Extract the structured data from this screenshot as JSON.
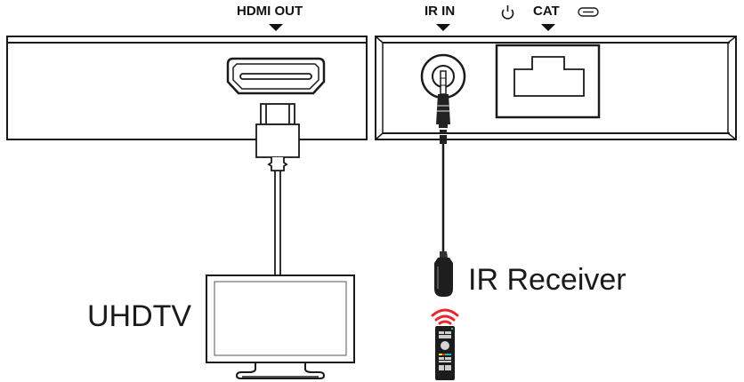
{
  "labels": {
    "hdmi_out": "HDMI OUT",
    "ir_in": "IR IN",
    "cat": "CAT",
    "uhdtv": "UHDTV",
    "ir_receiver": "IR Receiver"
  },
  "icons": {
    "power": "power-icon",
    "link": "link-icon",
    "remote": "remote-control-icon",
    "signal": "ir-signal-icon"
  },
  "colors": {
    "line": "#1a1a1a",
    "ir_signal": "#e8262b"
  }
}
